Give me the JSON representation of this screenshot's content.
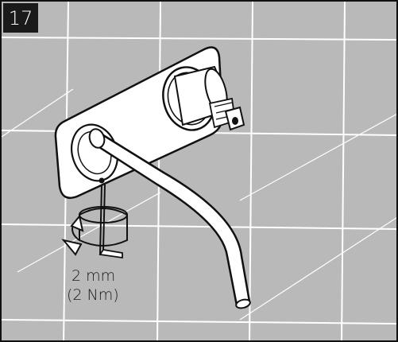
{
  "step": {
    "number": "17"
  },
  "torque": {
    "size": "2 mm",
    "value": "(2 Nm)"
  },
  "icons": [
    "tile-wall",
    "faucet-spout",
    "cover-plate",
    "valve-cartridge",
    "hex-key-icon",
    "rotation-arrow-icon"
  ],
  "colors": {
    "wall": "#b9b9b9",
    "grout": "#ffffff",
    "outline": "#111111",
    "part_fill": "#ffffff",
    "badge": "#1a1a1a"
  }
}
